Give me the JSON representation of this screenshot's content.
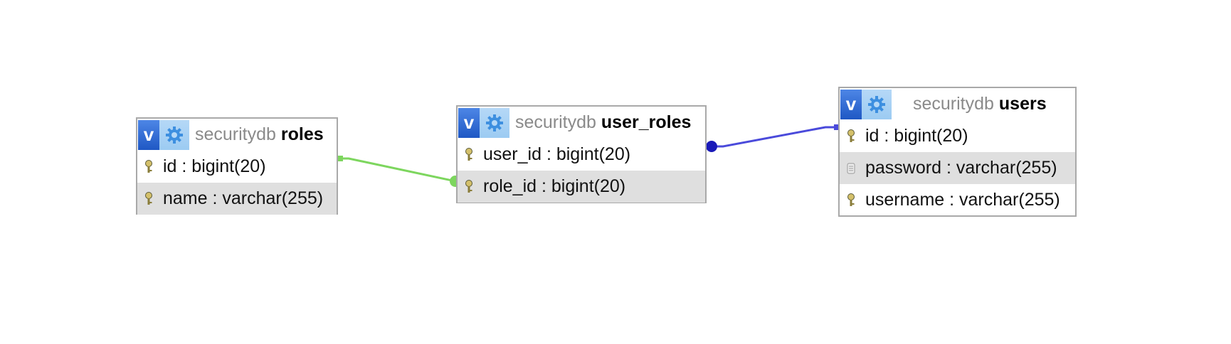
{
  "tables": [
    {
      "db": "securitydb",
      "name": "roles",
      "v_label": "v",
      "columns": [
        {
          "text": "id : bigint(20)",
          "icon": "key-icon"
        },
        {
          "text": "name : varchar(255)",
          "icon": "key-icon"
        }
      ]
    },
    {
      "db": "securitydb",
      "name": "user_roles",
      "v_label": "v",
      "columns": [
        {
          "text": "user_id : bigint(20)",
          "icon": "key-icon"
        },
        {
          "text": "role_id : bigint(20)",
          "icon": "key-icon"
        }
      ]
    },
    {
      "db": "securitydb",
      "name": "users",
      "v_label": "v",
      "columns": [
        {
          "text": "id : bigint(20)",
          "icon": "key-icon"
        },
        {
          "text": "password : varchar(255)",
          "icon": "column-icon"
        },
        {
          "text": "username : varchar(255)",
          "icon": "key-icon"
        }
      ]
    }
  ],
  "relations": [
    {
      "from": "roles.id",
      "to": "user_roles.role_id",
      "color": "#7dd65e"
    },
    {
      "from": "users.id",
      "to": "user_roles.user_id",
      "color": "#4a4adb"
    }
  ],
  "colors": {
    "v_button": "#2a62d0",
    "settings_button": "#a8d1f5",
    "db_name": "#8a8a8a",
    "alt_row": "#dfdfdf",
    "border": "#a9a9a9"
  }
}
